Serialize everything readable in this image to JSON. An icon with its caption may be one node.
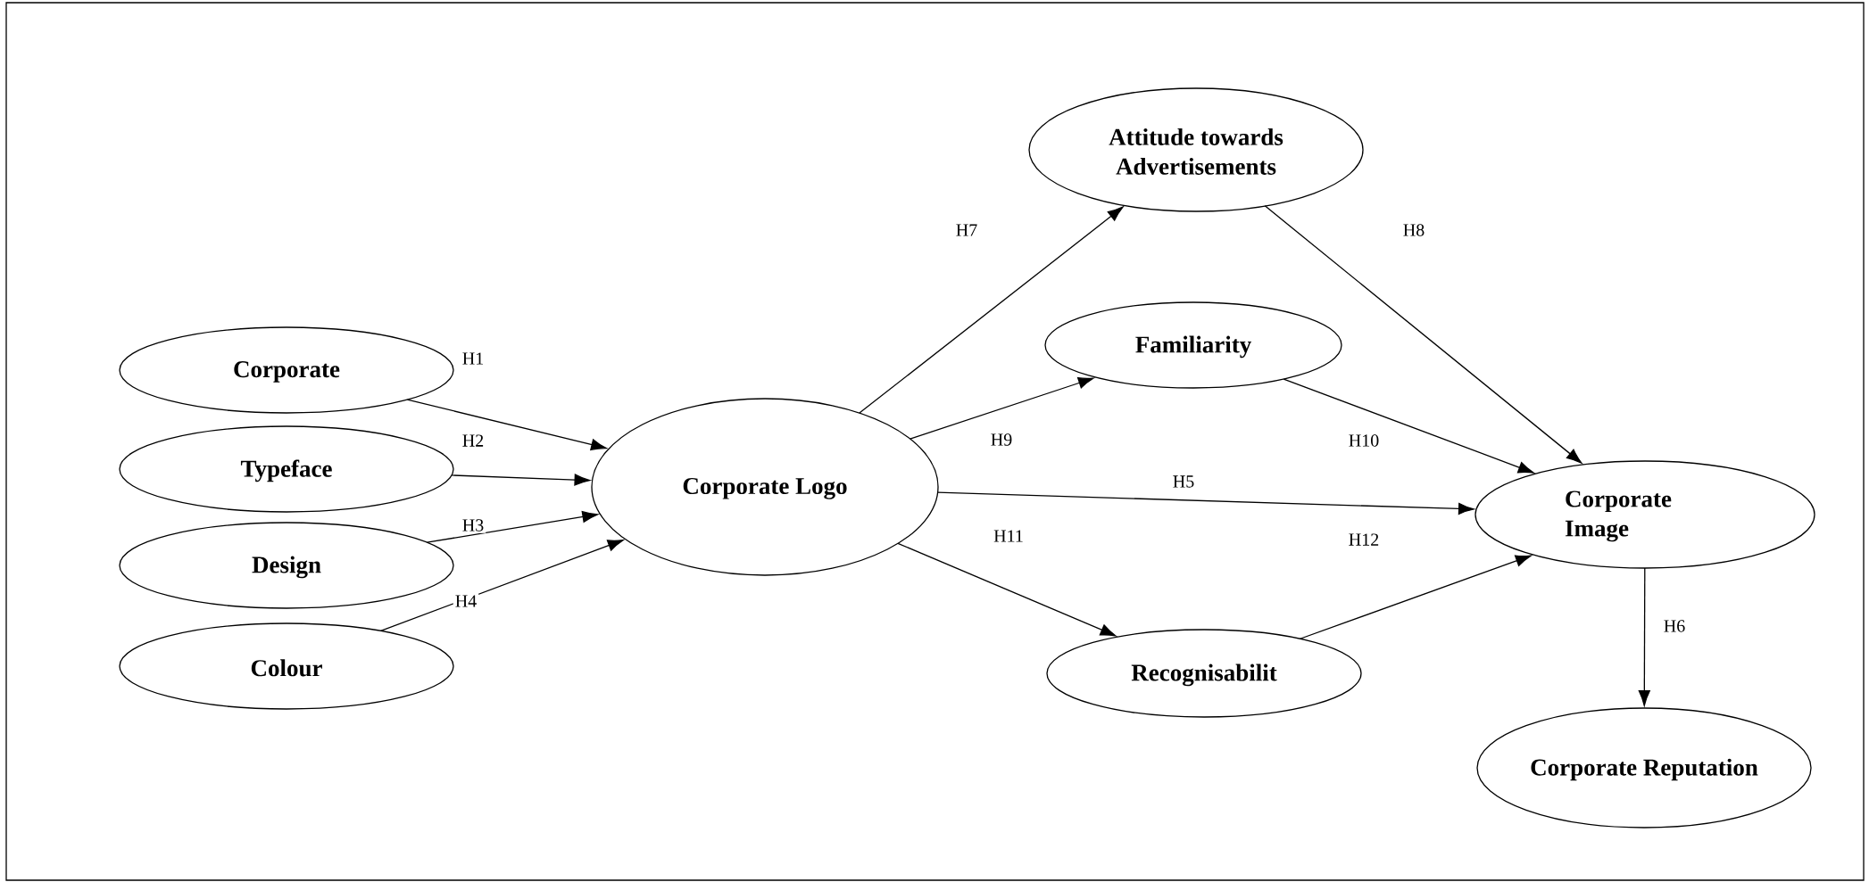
{
  "diagram": {
    "nodes": [
      {
        "text": [
          "Corporate"
        ]
      },
      {
        "text": [
          "Typeface"
        ]
      },
      {
        "text": [
          "Design"
        ]
      },
      {
        "text": [
          "Colour"
        ]
      },
      {
        "text": [
          "Corporate Logo"
        ]
      },
      {
        "text": [
          "Attitude towards Advertisements"
        ]
      },
      {
        "text": [
          "Familiarity"
        ]
      },
      {
        "text": [
          "Recognisabilit"
        ]
      },
      {
        "text": [
          "Corporate Image"
        ]
      },
      {
        "text": [
          "Corporate Reputation"
        ]
      }
    ],
    "edges": [
      {
        "from": 0,
        "to": 4,
        "arrow": "to",
        "label": "H1"
      },
      {
        "from": 1,
        "to": 4,
        "arrow": "to",
        "label": "H2"
      },
      {
        "from": 2,
        "to": 4,
        "arrow": "to",
        "label": "H3"
      },
      {
        "from": 3,
        "to": 4,
        "arrow": "to",
        "label": "H4"
      },
      {
        "from": 4,
        "to": 5,
        "arrow": "to",
        "label": "H7"
      },
      {
        "from": 5,
        "to": 8,
        "arrow": "to",
        "label": "H8"
      },
      {
        "from": 4,
        "to": 6,
        "arrow": "to",
        "label": "H9"
      },
      {
        "from": 6,
        "to": 8,
        "arrow": "to",
        "label": "H10"
      },
      {
        "from": 4,
        "to": 8,
        "arrow": "to",
        "label": "H5"
      },
      {
        "from": 4,
        "to": 7,
        "arrow": "to",
        "label": "H11"
      },
      {
        "from": 7,
        "to": 8,
        "arrow": "to",
        "label": "H12"
      },
      {
        "from": 8,
        "to": 9,
        "arrow": "to",
        "label": "H6"
      }
    ]
  }
}
